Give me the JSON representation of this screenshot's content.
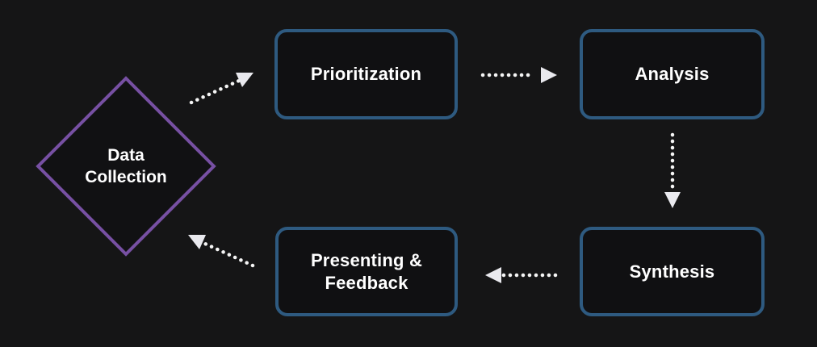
{
  "diagram": {
    "type": "flowchart-cycle",
    "background_color": "#151516",
    "arrow_style": "dotted-with-solid-triangle-head",
    "arrow_color": "#e9e9ee",
    "nodes": [
      {
        "id": "data-collection",
        "label": "Data Collection",
        "shape": "diamond",
        "border_color": "#7750a3",
        "fill_color": "#111113",
        "text_color": "#ffffff"
      },
      {
        "id": "prioritization",
        "label": "Prioritization",
        "shape": "rounded-rectangle",
        "border_color": "#2e5a80",
        "fill_color": "#101012",
        "text_color": "#ffffff"
      },
      {
        "id": "analysis",
        "label": "Analysis",
        "shape": "rounded-rectangle",
        "border_color": "#2e5a80",
        "fill_color": "#101012",
        "text_color": "#ffffff"
      },
      {
        "id": "synthesis",
        "label": "Synthesis",
        "shape": "rounded-rectangle",
        "border_color": "#2e5a80",
        "fill_color": "#101012",
        "text_color": "#ffffff"
      },
      {
        "id": "presenting-feedback",
        "label": "Presenting & Feedback",
        "shape": "rounded-rectangle",
        "border_color": "#2e5a80",
        "fill_color": "#101012",
        "text_color": "#ffffff"
      }
    ],
    "edges": [
      {
        "from": "data-collection",
        "to": "prioritization",
        "style": "dotted"
      },
      {
        "from": "prioritization",
        "to": "analysis",
        "style": "dotted"
      },
      {
        "from": "analysis",
        "to": "synthesis",
        "style": "dotted"
      },
      {
        "from": "synthesis",
        "to": "presenting-feedback",
        "style": "dotted"
      },
      {
        "from": "presenting-feedback",
        "to": "data-collection",
        "style": "dotted"
      }
    ]
  }
}
